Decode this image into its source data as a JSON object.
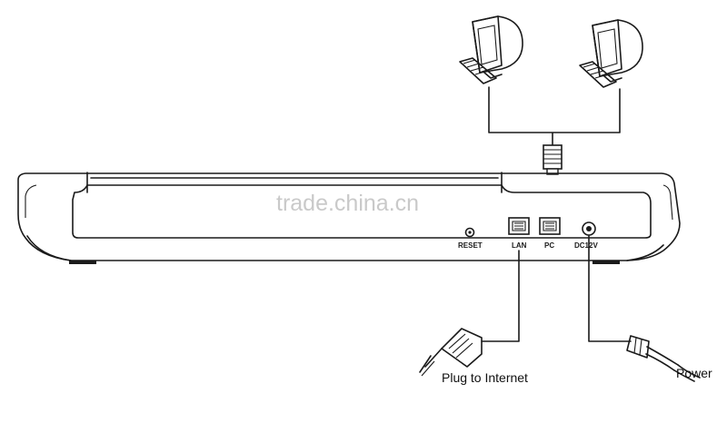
{
  "device": {
    "ports": {
      "reset": "RESET",
      "lan": "LAN",
      "pc": "PC",
      "dc": "DC12V"
    }
  },
  "callouts": {
    "internet": "Plug to Internet",
    "power": "Power"
  },
  "watermark": "trade.china.cn"
}
